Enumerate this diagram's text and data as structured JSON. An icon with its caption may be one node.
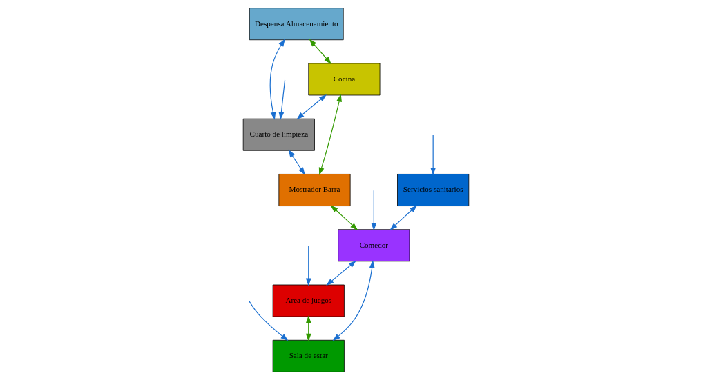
{
  "diagram": {
    "nodes": [
      {
        "text": [
          "Servicios sanitarios"
        ]
      },
      {
        "text": [
          "Despensa Almacenamiento"
        ]
      },
      {
        "text": [
          "Cocina"
        ]
      },
      {
        "text": [
          "Comedor"
        ]
      },
      {
        "text": [
          "Cuarto de limpieza"
        ]
      },
      {
        "text": [
          "Mostrador Barra"
        ]
      },
      {
        "text": [
          "Area de juegos"
        ]
      },
      {
        "text": [
          "Sala de estar"
        ]
      }
    ],
    "edges": [
      {
        "from": null,
        "to": 0,
        "arrow": "to"
      },
      {
        "from": 0,
        "to": 3,
        "arrow": "both"
      },
      {
        "from": 1,
        "to": 2,
        "arrow": "both",
        "color": "#339900"
      },
      {
        "from": null,
        "to": 3,
        "arrow": "to"
      },
      {
        "from": 1,
        "to": 4,
        "arrow": "both"
      },
      {
        "from": 2,
        "to": 4,
        "arrow": "both"
      },
      {
        "from": 2,
        "to": 5,
        "arrow": "both",
        "color": "#339900"
      },
      {
        "from": 4,
        "to": 5,
        "arrow": "both"
      },
      {
        "from": 5,
        "to": 3,
        "arrow": "both",
        "color": "#339900"
      },
      {
        "from": 3,
        "to": 6,
        "arrow": "both"
      },
      {
        "from": 3,
        "to": 7,
        "arrow": "both"
      },
      {
        "from": 6,
        "to": 7,
        "arrow": "both",
        "color": "#339900"
      },
      {
        "from": null,
        "to": 4,
        "arrow": "to"
      },
      {
        "from": null,
        "to": 6,
        "arrow": "to"
      },
      {
        "from": null,
        "to": 7,
        "arrow": "to"
      }
    ]
  }
}
